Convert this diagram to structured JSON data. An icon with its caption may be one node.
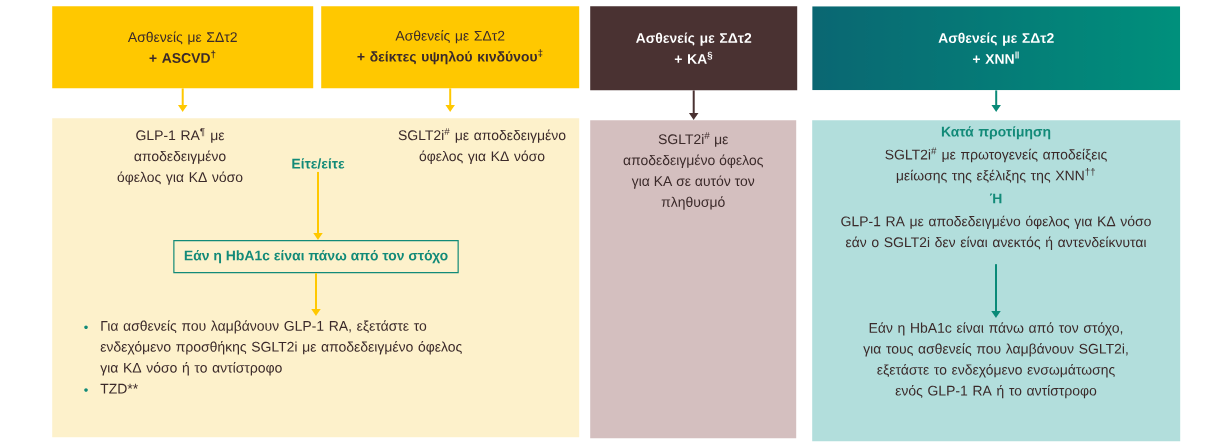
{
  "diagram": {
    "nodes": [
      {
        "text": [
          "Ασθενείς με ΣΔτ2",
          "+ ASCVD$^{†}$"
        ]
      },
      {
        "text": [
          "Ασθενείς με ΣΔτ2",
          "+ δείκτες υψηλού κινδύνου$^{‡}$"
        ]
      },
      {
        "text": [
          "Ασθενείς με ΣΔτ2",
          "+ ΚΑ$^{§}$"
        ]
      },
      {
        "text": [
          "Ασθενείς με ΣΔτ2",
          "+ ΧΝΝ$^{‖}$"
        ]
      },
      {
        "text": [],
        "shape": "box"
      },
      {
        "text": [
          "GLP-1 RA$^{¶}$ με αποδεδειγμένο όφελος για ΚΔ νόσο"
        ],
        "in": 4
      },
      {
        "text": [
          "Είτε/είτε"
        ],
        "in": 4
      },
      {
        "text": [
          "SGLT2i$^{#}$ με αποδεδειγμένο όφελος για ΚΔ νόσο"
        ],
        "in": 4
      },
      {
        "text": [
          "Εάν η HbA1c είναι πάνω από τον στόχο"
        ],
        "in": 4
      },
      {
        "text": [
          "Για ασθενείς που λαμβάνουν GLP-1 RA, εξετάστε το ενδεχόμενο προσθήκης SGLT2i με αποδεδειγμένο όφελος για ΚΔ νόσο ή το αντίστροφο",
          "TZD**"
        ],
        "in": 4
      },
      {
        "text": [
          "SGLT2i$^{#}$ με αποδεδειγμένο όφελος για ΚΑ σε αυτόν τον πληθυσμό"
        ]
      },
      {
        "text": [],
        "shape": "box"
      },
      {
        "text": [
          "Κατά προτίμηση",
          "SGLT2i$^{#}$ με πρωτογενείς αποδείξεις μείωσης της εξέλιξης της ΧΝΝ$^{††}$",
          "Ή",
          "GLP-1 RA με αποδεδειγμένο όφελος για ΚΔ νόσο εάν ο SGLT2i δεν είναι ανεκτός ή αντενδείκνυται"
        ],
        "in": 11
      },
      {
        "text": [
          "Εάν η HbA1c είναι πάνω από τον στόχο, για τους ασθενείς που λαμβάνουν SGLT2i, εξετάστε το ενδεχόμενο ενσωμάτωσης ενός GLP-1 RA ή το αντίστροφο"
        ],
        "in": 11
      }
    ],
    "edges": [
      {
        "from": 0,
        "to": 5,
        "arrow": "to"
      },
      {
        "from": 1,
        "to": 7,
        "arrow": "to"
      },
      {
        "from": 6,
        "to": 8,
        "arrow": "to"
      },
      {
        "from": 8,
        "to": 9,
        "arrow": "to"
      },
      {
        "from": 2,
        "to": 10,
        "arrow": "to",
        "color": "#4a3232"
      },
      {
        "from": 3,
        "to": 12,
        "arrow": "to",
        "color": "#0a8a78"
      },
      {
        "from": 12,
        "to": 13,
        "arrow": "to",
        "color": "#0a8a78"
      }
    ]
  }
}
